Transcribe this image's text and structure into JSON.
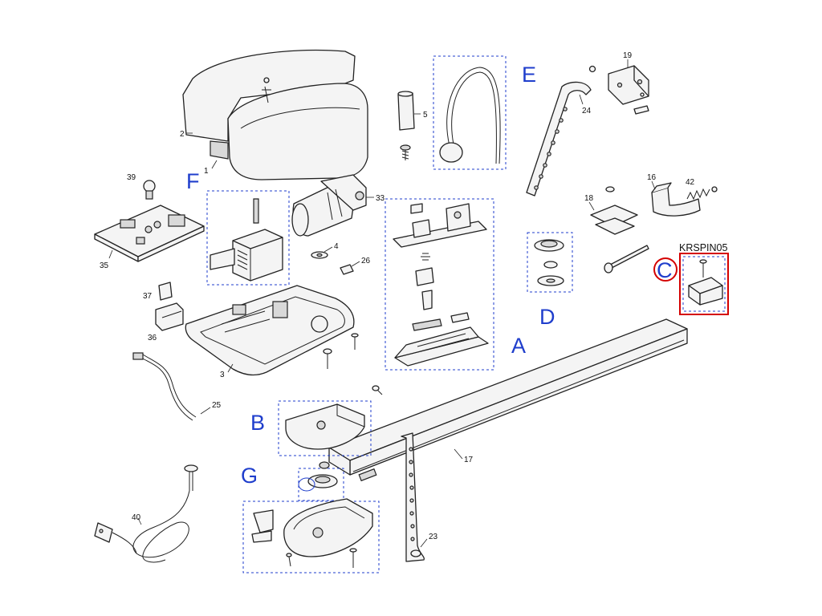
{
  "diagram": {
    "accent_color": "#1f3ecc",
    "highlight_color": "#d40000",
    "highlight_code": "KRSPIN05",
    "group_labels": {
      "A": "A",
      "B": "B",
      "C": "C",
      "D": "D",
      "E": "E",
      "F": "F",
      "G": "G"
    },
    "part_numbers": {
      "p1": "1",
      "p2": "2",
      "p3": "3",
      "p4": "4",
      "p5": "5",
      "p16": "16",
      "p17": "17",
      "p18": "18",
      "p19": "19",
      "p23": "23",
      "p24": "24",
      "p25": "25",
      "p26": "26",
      "p33": "33",
      "p35": "35",
      "p36": "36",
      "p37": "37",
      "p39": "39",
      "p40": "40",
      "p42": "42"
    }
  }
}
